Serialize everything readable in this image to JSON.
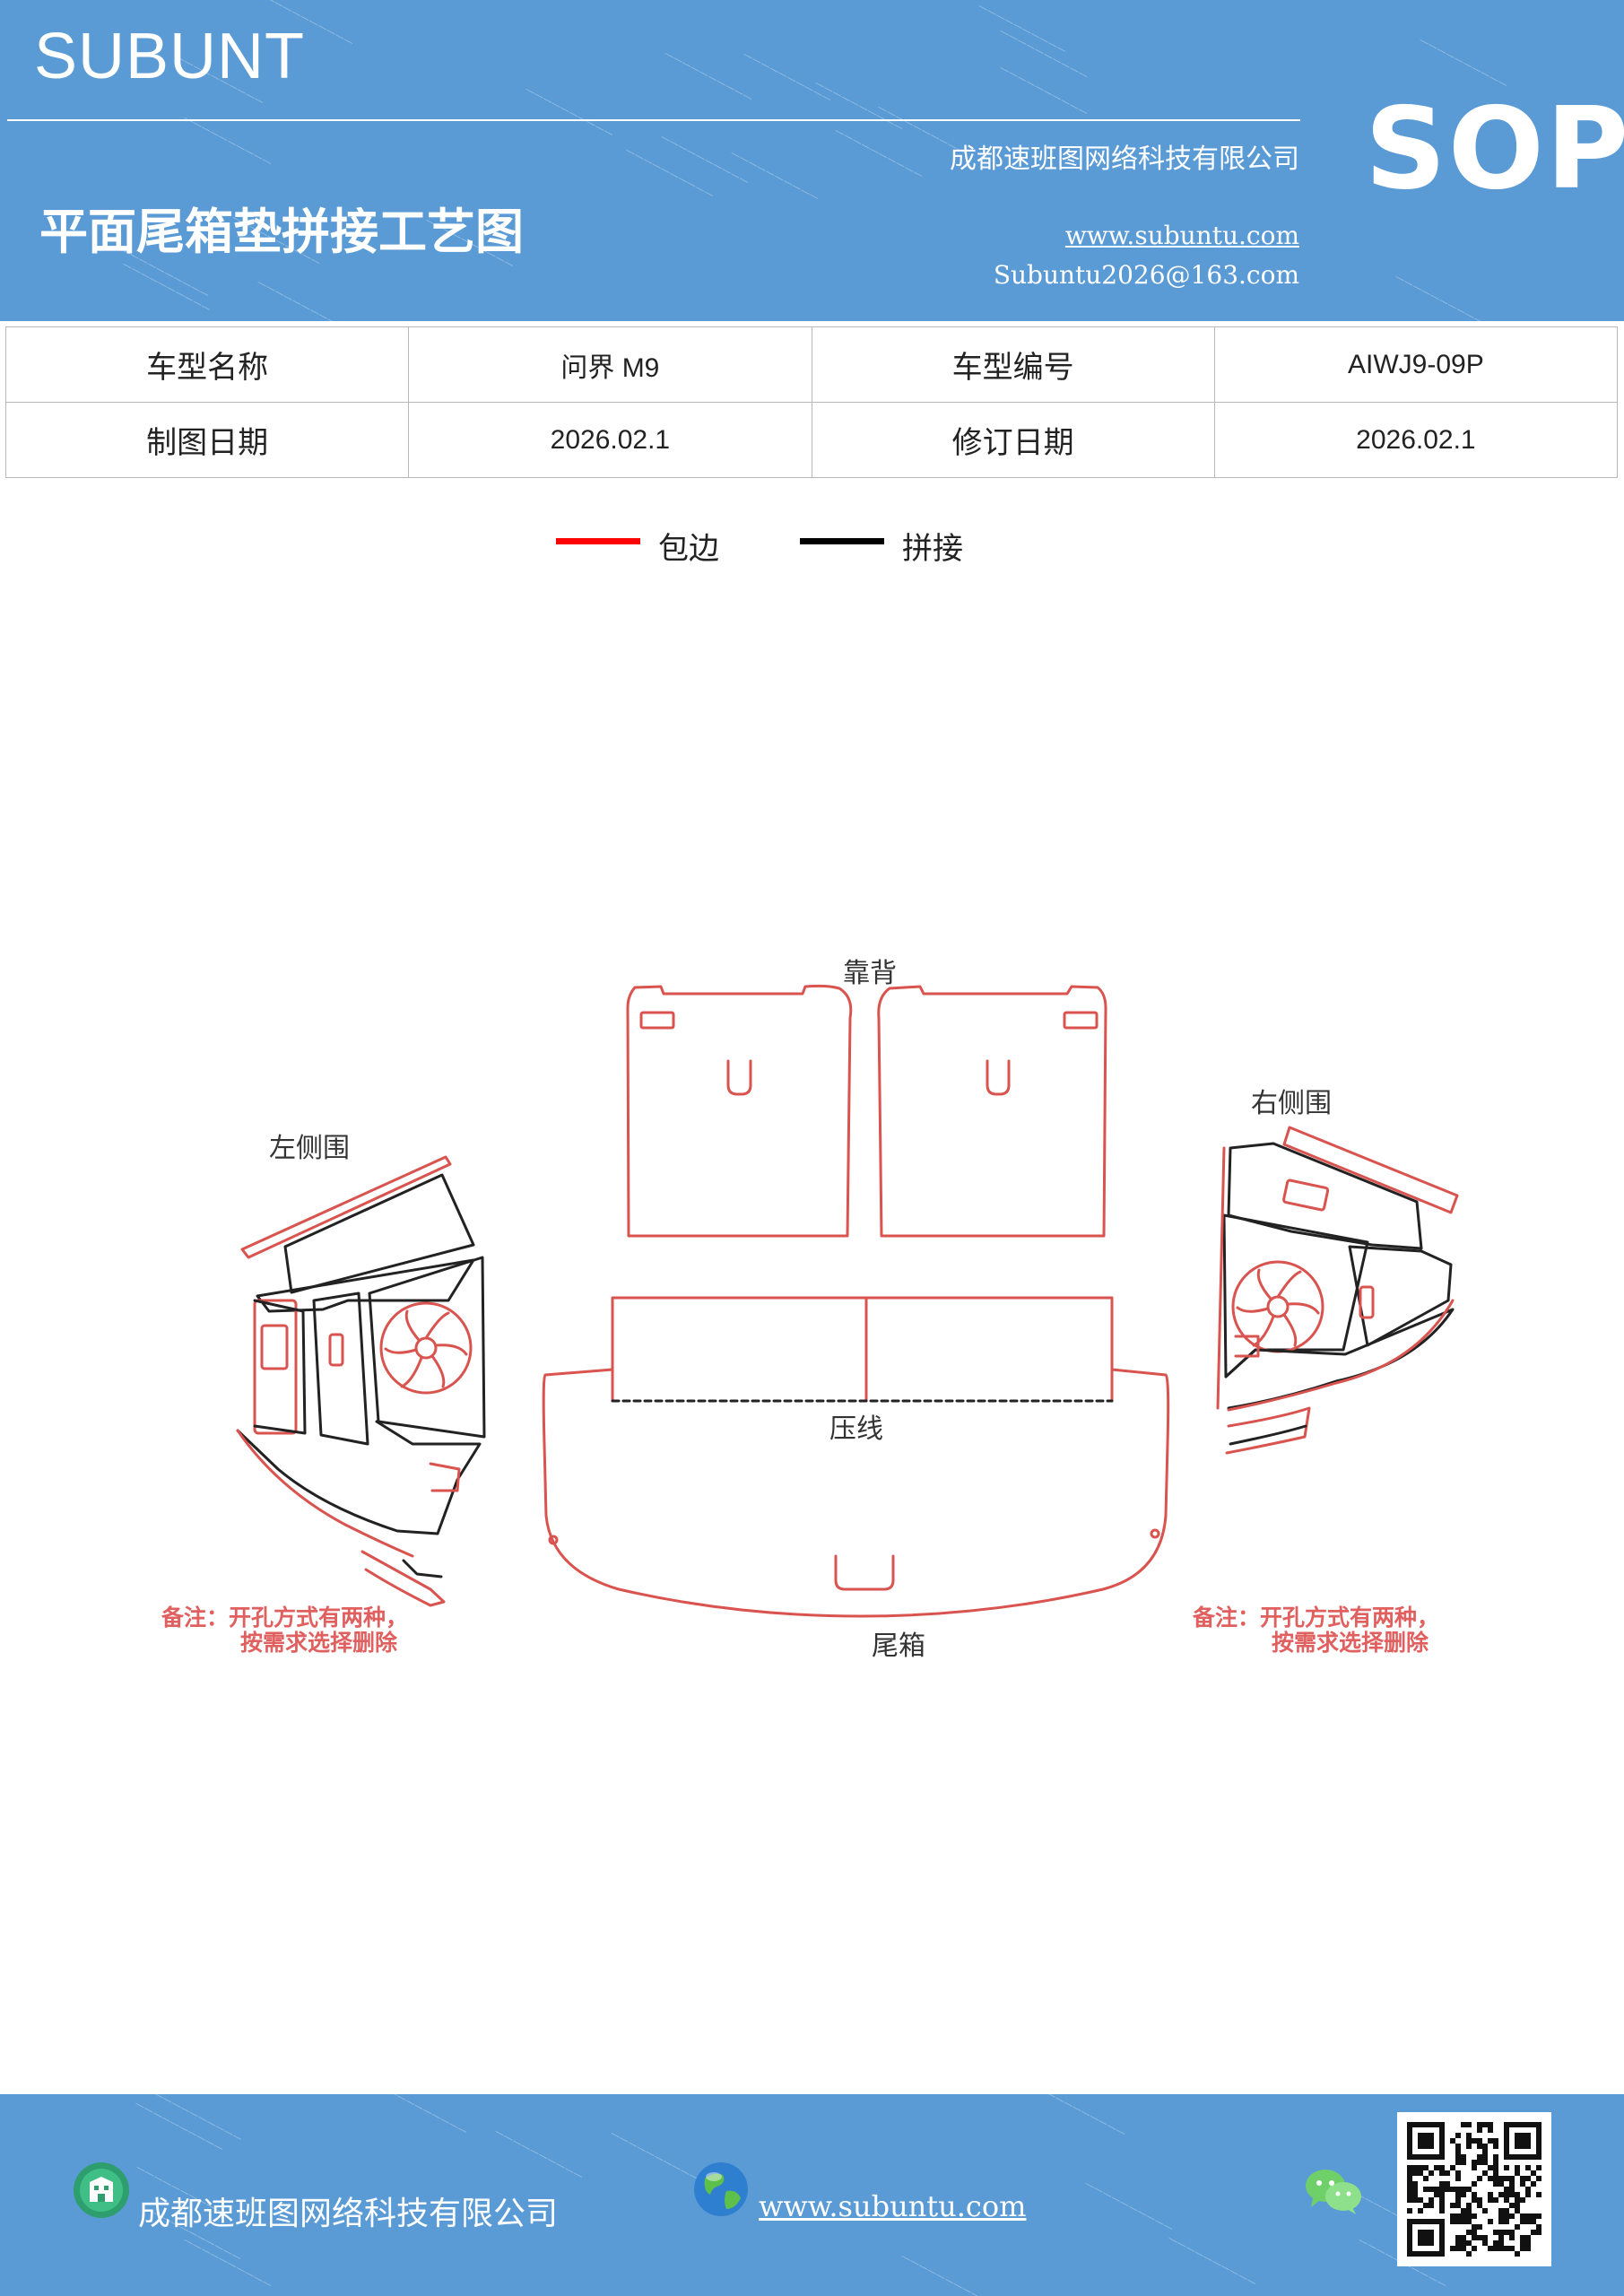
{
  "header": {
    "brand": "SUBUNT",
    "title": "平面尾箱垫拼接工艺图",
    "company": "成都速班图网络科技有限公司",
    "website": "www.subuntu.com",
    "email": "Subuntu2026@163.com",
    "badge": "SOP",
    "background_color": "#5b9bd5"
  },
  "info_table": {
    "rows": [
      [
        "车型名称",
        "问界 M9",
        "车型编号",
        "AIWJ9-09P"
      ],
      [
        "制图日期",
        "2026.02.1",
        "修订日期",
        "2026.02.1"
      ]
    ]
  },
  "legend": [
    {
      "label": "包边",
      "color": "#ff0000"
    },
    {
      "label": "拼接",
      "color": "#000000"
    }
  ],
  "diagram": {
    "labels": {
      "backrest": "靠背",
      "left_side": "左侧围",
      "right_side": "右侧围",
      "crease": "压线",
      "trunk": "尾箱"
    },
    "note_left": [
      "备注：开孔方式有两种，",
      "按需求选择删除"
    ],
    "note_right": [
      "备注：开孔方式有两种，",
      "按需求选择删除"
    ],
    "edge_color": "#d9534f",
    "seam_color": "#222222"
  },
  "footer": {
    "company": "成都速班图网络科技有限公司",
    "website": "www.subuntu.com",
    "icons": [
      "building-icon",
      "globe-icon",
      "wechat-icon",
      "qr-code"
    ]
  }
}
